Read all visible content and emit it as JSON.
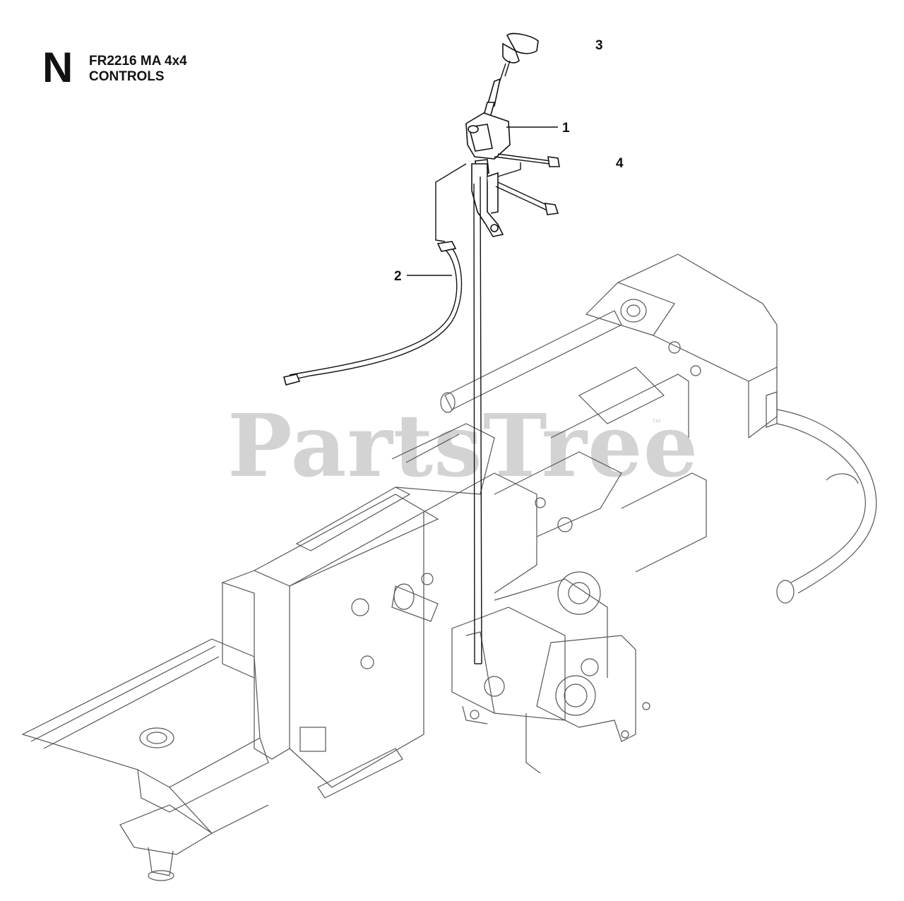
{
  "header": {
    "section_letter": "N",
    "model_line": "FR2216 MA 4x4",
    "section_name": "CONTROLS"
  },
  "callouts": [
    "1",
    "2",
    "3",
    "4"
  ],
  "watermark": {
    "text": "PartsTree",
    "trademark": "™"
  }
}
